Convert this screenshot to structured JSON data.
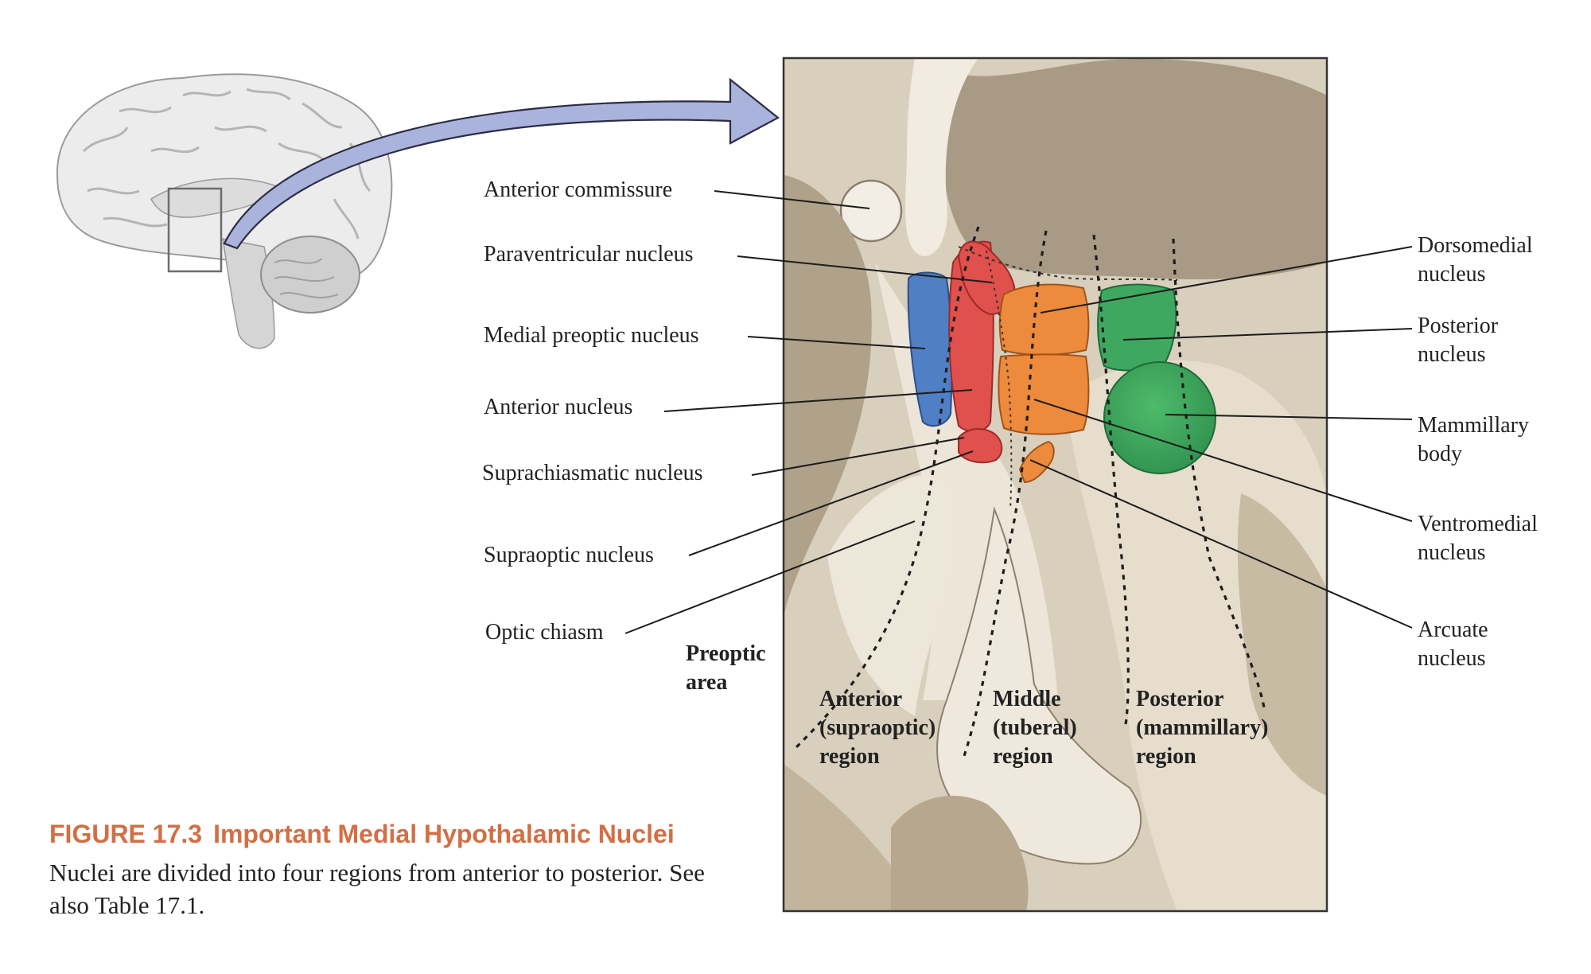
{
  "labels_left": {
    "anterior_commissure": "Anterior commissure",
    "paraventricular": "Paraventricular nucleus",
    "medial_preoptic": "Medial preoptic nucleus",
    "anterior_nucleus": "Anterior nucleus",
    "suprachiasmatic": "Suprachiasmatic nucleus",
    "supraoptic": "Supraoptic nucleus",
    "optic_chiasm": "Optic chiasm"
  },
  "labels_right": {
    "dorsomedial": [
      "Dorsomedial",
      "nucleus"
    ],
    "posterior": [
      "Posterior",
      "nucleus"
    ],
    "mammillary": [
      "Mammillary",
      "body"
    ],
    "ventromedial": [
      "Ventromedial",
      "nucleus"
    ],
    "arcuate": [
      "Arcuate",
      "nucleus"
    ]
  },
  "regions": {
    "preoptic": [
      "Preoptic",
      "area"
    ],
    "anterior": [
      "Anterior",
      "(supraoptic)",
      "region"
    ],
    "middle": [
      "Middle",
      "(tuberal)",
      "region"
    ],
    "posterior": [
      "Posterior",
      "(mammillary)",
      "region"
    ]
  },
  "figure": {
    "number": "FIGURE 17.3",
    "title": "Important Medial Hypothalamic Nuclei",
    "caption": "Nuclei are divided into four regions from anterior to posterior. See also Table 17.1."
  },
  "colors": {
    "caption_title": "#d26f45",
    "preoptic_blue": "#4f7fc4",
    "anterior_red": "#e0504c",
    "tuberal_orange": "#ee8a3c",
    "mammillary_green": "#3fa860",
    "arrow_fill": "#a9b3dc"
  }
}
